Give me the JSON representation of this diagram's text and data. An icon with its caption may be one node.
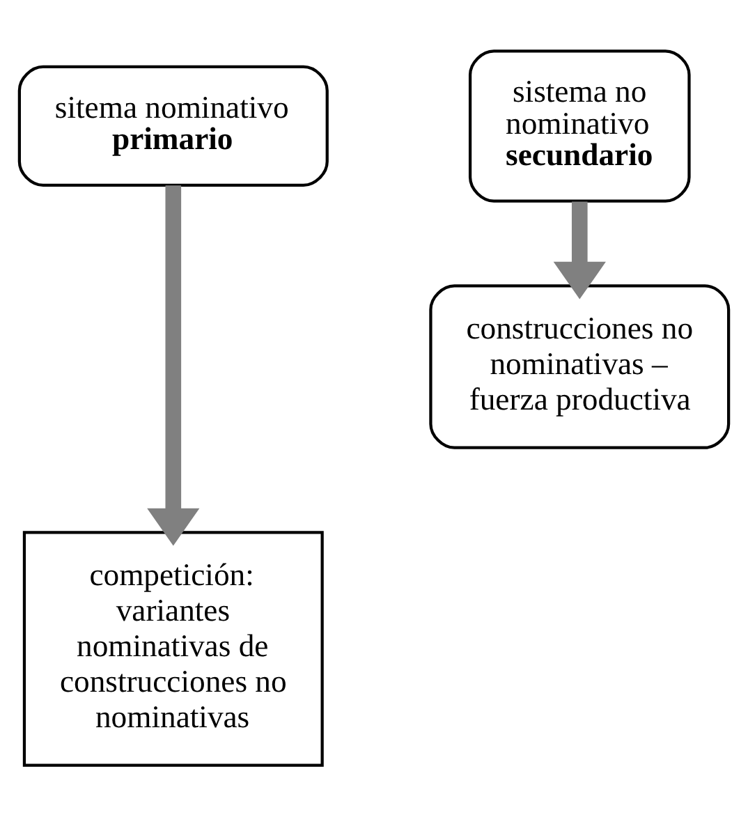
{
  "diagram": {
    "nodes": [
      {
        "text": [
          "sitema nominativo **primario**"
        ]
      },
      {
        "text": [
          "sistema no nominativo **secundario**"
        ]
      },
      {
        "text": [
          "construcciones no nominativas – fuerza productiva"
        ]
      },
      {
        "text": [
          "competición: variantes nominativas de construcciones no nominativas"
        ]
      }
    ],
    "edges": [
      {
        "from": 0,
        "to": 3,
        "arrow": "to"
      },
      {
        "from": 1,
        "to": 2,
        "arrow": "to"
      }
    ]
  }
}
